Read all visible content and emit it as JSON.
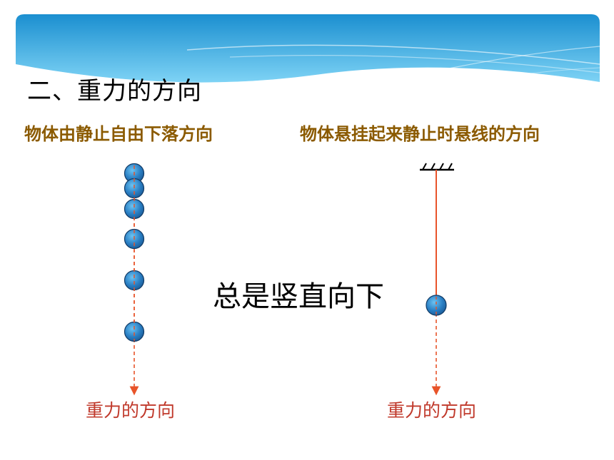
{
  "slide": {
    "title": "二、重力的方向",
    "left_caption": "物体由静止自由下落方向",
    "right_caption": "物体悬挂起来静止时悬线的方向",
    "conclusion": "总是竖直向下",
    "left_arrow_label": "重力的方向",
    "right_arrow_label": "重力的方向"
  },
  "colors": {
    "banner": "#2e9fd8",
    "caption": "#8B5A00",
    "arrow_label": "#C0392B",
    "arrow_line": "#e8542a",
    "ball": "#2a7fc4"
  }
}
